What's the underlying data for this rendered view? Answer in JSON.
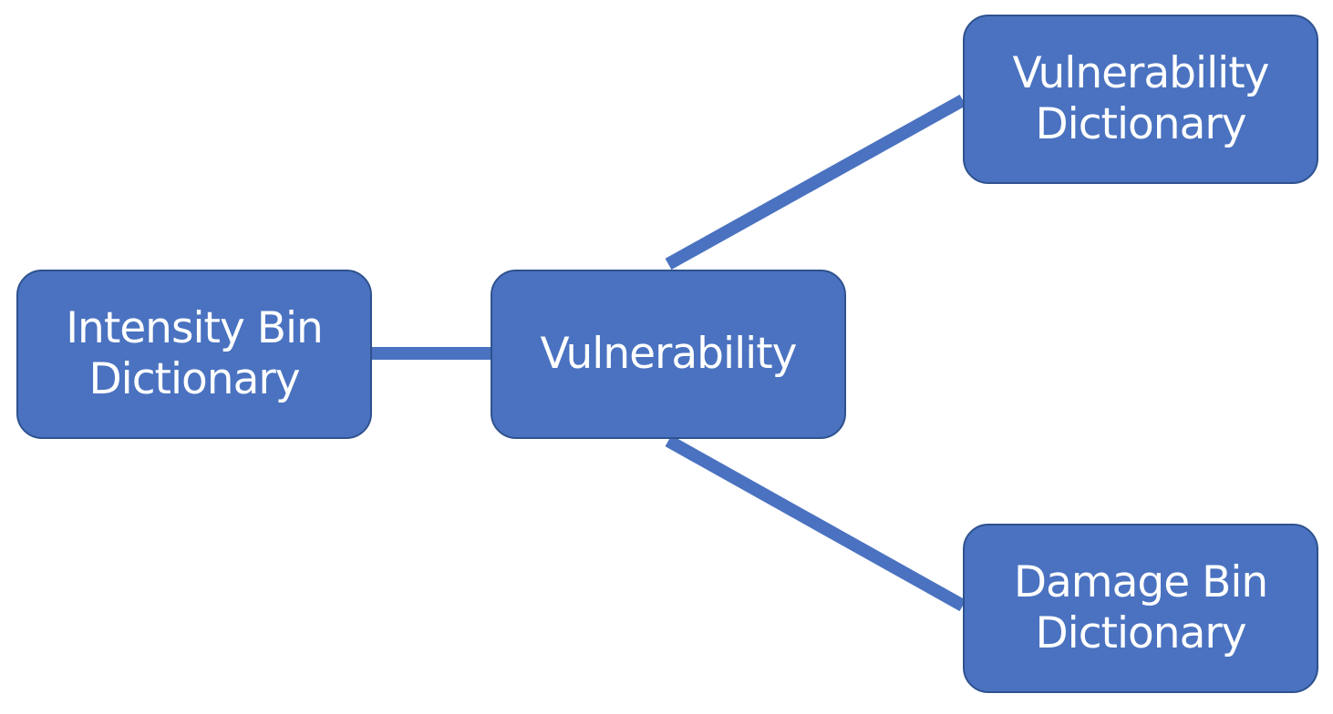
{
  "diagram": {
    "colors": {
      "node_fill": "#4a72c0",
      "node_border": "#2f528f",
      "node_text": "#ffffff",
      "connector": "#4a72c0",
      "background": "#ffffff"
    },
    "nodes": {
      "intensity_bin_dictionary": {
        "label": "Intensity Bin\nDictionary"
      },
      "vulnerability": {
        "label": "Vulnerability"
      },
      "vulnerability_dictionary": {
        "label": "Vulnerability\nDictionary"
      },
      "damage_bin_dictionary": {
        "label": "Damage Bin\nDictionary"
      }
    },
    "edges": [
      {
        "from": "intensity_bin_dictionary",
        "to": "vulnerability"
      },
      {
        "from": "vulnerability",
        "to": "vulnerability_dictionary"
      },
      {
        "from": "vulnerability",
        "to": "damage_bin_dictionary"
      }
    ]
  }
}
